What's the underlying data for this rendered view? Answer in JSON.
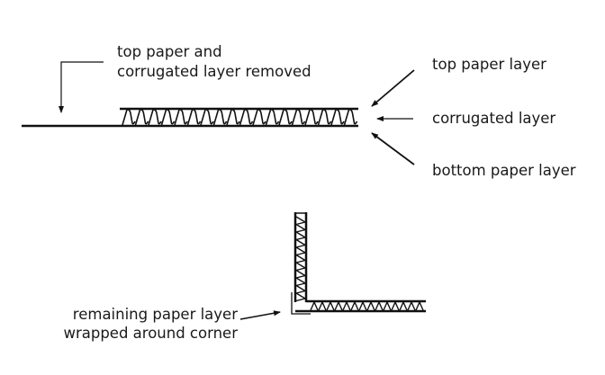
{
  "diagram": {
    "labels": {
      "removed_line1": "top paper and",
      "removed_line2": "corrugated layer removed",
      "top_paper": "top paper layer",
      "corrugated": "corrugated layer",
      "bottom_paper": "bottom paper layer",
      "remaining_line1": "remaining paper layer",
      "remaining_line2": "wrapped around corner"
    },
    "colors": {
      "ink": "#111111",
      "background": "#ffffff"
    }
  }
}
